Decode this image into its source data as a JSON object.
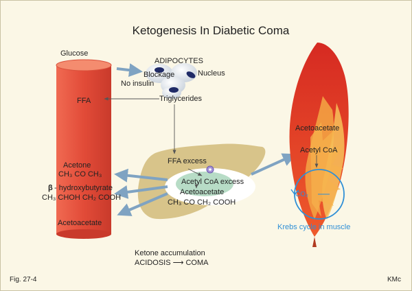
{
  "title": "Ketogenesis  In  Diabetic  Coma",
  "labels": {
    "glucose": "Glucose",
    "adipocytes": "ADIPOCYTES",
    "blockage": "Blockage",
    "no_insulin": "No insulin",
    "nucleus": "Nucleus",
    "triglycerides": "Triglycerides",
    "ffa": "FFA",
    "ffa_excess": "FFA excess",
    "acetyl_coa_excess": "Acetyl CoA   excess",
    "acetoacetate_liver": "Acetoacetate",
    "acetoacetate_formula": "CH₃ CO CH₂ COOH",
    "acetone": "Acetone",
    "acetone_formula": "CH₃ CO CH₃",
    "beta_symbol": "β",
    "hydroxybutyrate": "- hydroxybutyrate",
    "hydroxybutyrate_formula": "CH₃ CHOH CH₂ COOH",
    "acetoacetate_blood": "Acetoacetate",
    "acetoacetate_muscle": "Acetoacetate",
    "acetyl_coa_muscle": "Acetyl CoA",
    "co2": "CO₂",
    "krebs": "Krebs cycle  in  muscle",
    "ketone_accumulation": "Ketone accumulation",
    "acidosis_coma": "ACIDOSIS ⟶ COMA",
    "fig": "Fig. 27-4",
    "author": "KMc"
  },
  "colors": {
    "background": "#fbf7e6",
    "vessel": "#e5503c",
    "liver": "#d8c48a",
    "blue_arrow": "#7fa3c2",
    "krebs": "#2f8fd6",
    "muscle_outer": "#e0362a",
    "muscle_inner": "#f3a142",
    "nucleus": "#1f2a66"
  }
}
